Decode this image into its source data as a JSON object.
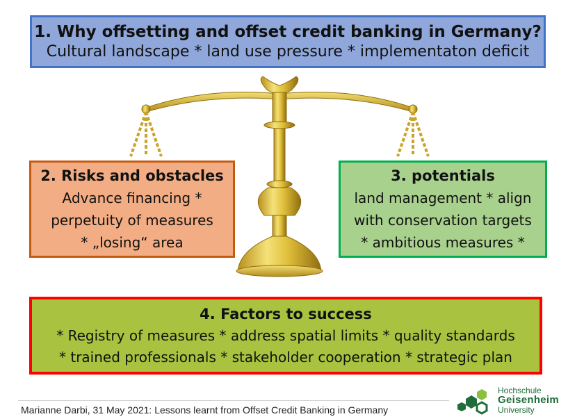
{
  "box1": {
    "title": "1.   Why offsetting and offset credit banking in Germany?",
    "body": "Cultural landscape * land use pressure * implementaton deficit"
  },
  "box2": {
    "title": "2. Risks and obstacles",
    "lines": [
      "Advance financing *",
      "perpetuity of measures",
      "* „losing“ area"
    ]
  },
  "box3": {
    "title": "3. potentials",
    "lines": [
      "land management * align",
      "with conservation targets",
      "* ambitious measures *"
    ]
  },
  "box4": {
    "title": "4. Factors to success",
    "lines": [
      "* Registry of measures * address spatial limits * quality standards",
      "* trained professionals * stakeholder cooperation * strategic plan"
    ]
  },
  "footer": "Marianne Darbi, 31 May 2021: Lessons learnt from Offset Credit Banking in Germany",
  "logo": {
    "line1": "Hochschule",
    "line2": "Geisenheim",
    "line3": "University"
  }
}
